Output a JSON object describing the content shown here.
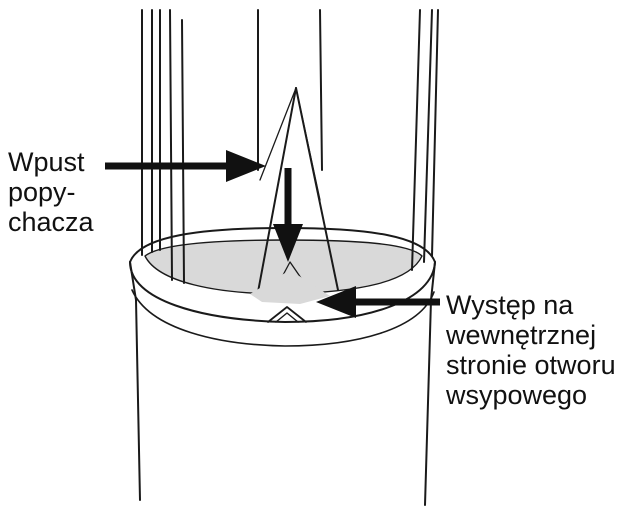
{
  "labels": {
    "plunger_slot": [
      "Wpust",
      "popy-",
      "chacza"
    ],
    "lug_inside_opening": [
      "Występ na",
      "wewnętrznej",
      "stronie otworu",
      "wsypowego"
    ]
  },
  "colors": {
    "line": "#1a1a1a",
    "shadow_fill": "#d9d9d9",
    "background": "#ffffff"
  }
}
